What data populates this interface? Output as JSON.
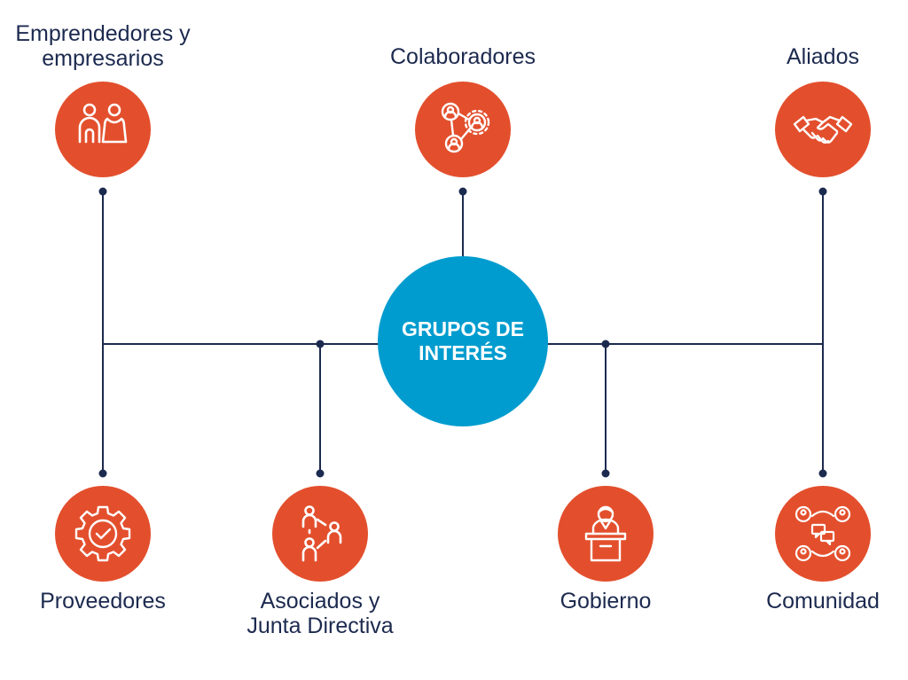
{
  "hub": {
    "title": "GRUPOS DE INTERÉS"
  },
  "colors": {
    "node_fill": "#e34f2d",
    "hub_fill": "#009ccf",
    "line": "#1c2a4f",
    "text": "#1c2a4f"
  },
  "groups": {
    "emprendedores": {
      "label": "Emprendedores y empresarios",
      "icon": "people-icon"
    },
    "colaboradores": {
      "label": "Colaboradores",
      "icon": "network-icon"
    },
    "aliados": {
      "label": "Aliados",
      "icon": "handshake-icon"
    },
    "proveedores": {
      "label": "Proveedores",
      "icon": "gear-check-icon"
    },
    "asociados": {
      "label": "Asociados y Junta Directiva",
      "icon": "hierarchy-icon"
    },
    "gobierno": {
      "label": "Gobierno",
      "icon": "podium-speaker-icon"
    },
    "comunidad": {
      "label": "Comunidad",
      "icon": "community-chat-icon"
    }
  }
}
